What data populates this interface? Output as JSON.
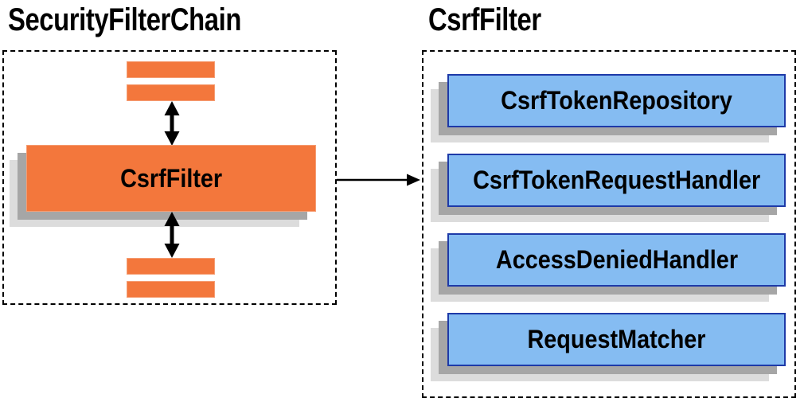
{
  "colors": {
    "orange_fill": "#F3773C",
    "orange_border": "#F59D73",
    "blue_fill": "#85BCF2",
    "blue_border": "#1E3AA8",
    "shadow_dark": "#A6A6A6",
    "shadow_light": "#DCDCDC",
    "line_black": "#000000",
    "page_bg": "#FFFFFF"
  },
  "left_panel": {
    "title": "SecurityFilterChain",
    "filter_box": {
      "label": "CsrfFilter"
    }
  },
  "right_panel": {
    "title": "CsrfFilter",
    "items": [
      {
        "label": "CsrfTokenRepository"
      },
      {
        "label": "CsrfTokenRequestHandler"
      },
      {
        "label": "AccessDeniedHandler"
      },
      {
        "label": "RequestMatcher"
      }
    ]
  }
}
